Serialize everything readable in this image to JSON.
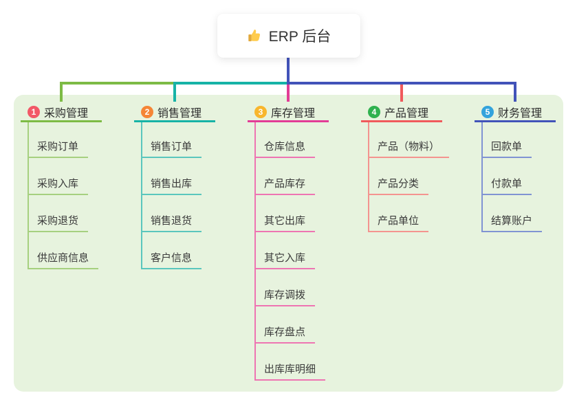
{
  "root": {
    "title": "ERP 后台",
    "icon": "thumbs-up"
  },
  "branches": [
    {
      "number": "1",
      "label": "采购管理",
      "badge_color": "#F25867",
      "color": "#7DBB45",
      "light_color": "#A6D07F",
      "items": [
        "采购订单",
        "采购入库",
        "采购退货",
        "供应商信息"
      ]
    },
    {
      "number": "2",
      "label": "销售管理",
      "badge_color": "#F58536",
      "color": "#17B3A6",
      "light_color": "#5AC6BD",
      "items": [
        "销售订单",
        "销售出库",
        "销售退货",
        "客户信息"
      ]
    },
    {
      "number": "3",
      "label": "库存管理",
      "badge_color": "#F8B62D",
      "color": "#E23C96",
      "light_color": "#EE74B2",
      "items": [
        "仓库信息",
        "产品库存",
        "其它出库",
        "其它入库",
        "库存调拨",
        "库存盘点",
        "出库库明细"
      ]
    },
    {
      "number": "4",
      "label": "产品管理",
      "badge_color": "#2FB14F",
      "color": "#F05A5C",
      "light_color": "#F4938F",
      "items": [
        "产品（物料）",
        "产品分类",
        "产品单位"
      ]
    },
    {
      "number": "5",
      "label": "财务管理",
      "badge_color": "#33A3DC",
      "color": "#4253B9",
      "light_color": "#8093D3",
      "items": [
        "回款单",
        "付款单",
        "结算账户"
      ]
    }
  ],
  "colors": {
    "panel_bg": "#E7F3DE",
    "root_connector": "#4253B9",
    "thumb_main": "#FFCC4D",
    "thumb_cuff": "#E2A93B"
  }
}
